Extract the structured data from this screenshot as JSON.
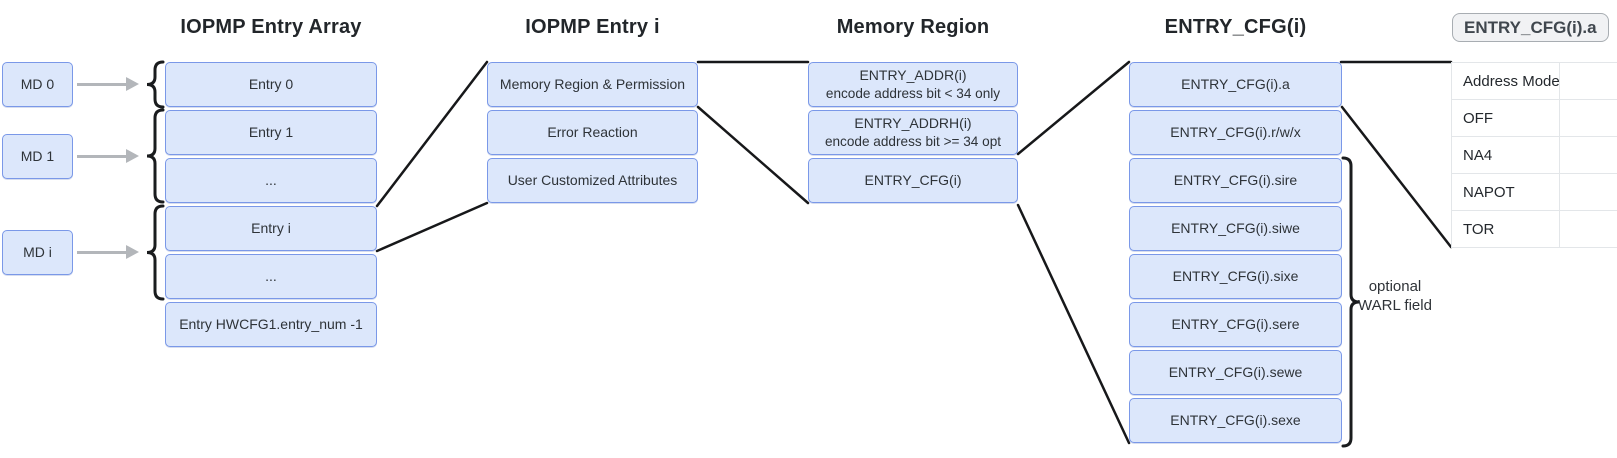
{
  "diagram": {
    "md_boxes": [
      {
        "label": "MD 0"
      },
      {
        "label": "MD 1"
      },
      {
        "label": "MD i"
      }
    ],
    "columns": [
      {
        "title": "IOPMP Entry Array",
        "boxes": [
          {
            "line1": "Entry 0"
          },
          {
            "line1": "Entry 1"
          },
          {
            "line1": "..."
          },
          {
            "line1": "Entry i"
          },
          {
            "line1": "..."
          },
          {
            "line1": "Entry HWCFG1.entry_num -1"
          }
        ]
      },
      {
        "title": "IOPMP Entry i",
        "boxes": [
          {
            "line1": "Memory Region & Permission"
          },
          {
            "line1": "Error Reaction"
          },
          {
            "line1": "User Customized Attributes"
          }
        ]
      },
      {
        "title": "Memory Region",
        "boxes": [
          {
            "line1": "ENTRY_ADDR(i)",
            "line2": "encode address bit < 34 only"
          },
          {
            "line1": "ENTRY_ADDRH(i)",
            "line2": "encode address bit >= 34 opt"
          },
          {
            "line1": "ENTRY_CFG(i)"
          }
        ]
      },
      {
        "title": "ENTRY_CFG(i)",
        "boxes": [
          {
            "line1": "ENTRY_CFG(i).a"
          },
          {
            "line1": "ENTRY_CFG(i).r/w/x"
          },
          {
            "line1": "ENTRY_CFG(i).sire"
          },
          {
            "line1": "ENTRY_CFG(i).siwe"
          },
          {
            "line1": "ENTRY_CFG(i).sixe"
          },
          {
            "line1": "ENTRY_CFG(i).sere"
          },
          {
            "line1": "ENTRY_CFG(i).sewe"
          },
          {
            "line1": "ENTRY_CFG(i).sexe"
          }
        ]
      }
    ],
    "annotation": {
      "line1": "optional",
      "line2": "WARL field"
    },
    "legend_table": {
      "header_badge": "ENTRY_CFG(i).a",
      "rows": [
        {
          "label": "Address Mode"
        },
        {
          "label": "OFF"
        },
        {
          "label": "NA4"
        },
        {
          "label": "NAPOT"
        },
        {
          "label": "TOR"
        }
      ]
    },
    "colors": {
      "box_fill": "#dce7fb",
      "box_border": "#7a98e8",
      "connector_black": "#17181a",
      "arrow_gray": "#b3b6ba",
      "table_border": "#e3e6e9"
    }
  }
}
